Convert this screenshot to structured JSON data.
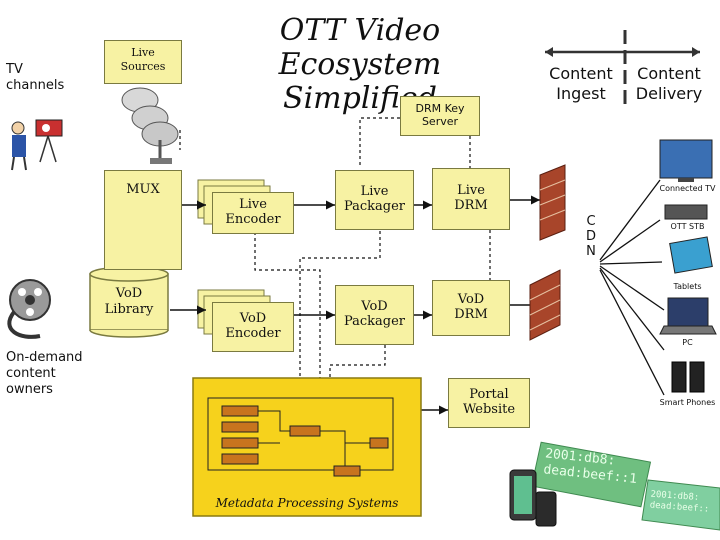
{
  "title": [
    "OTT Video Ecosystem",
    "Simplified"
  ],
  "left_labels": {
    "tv_channels": [
      "TV",
      "channels"
    ],
    "live_sources": [
      "Live",
      "Sources"
    ],
    "on_demand_owners": [
      "On-demand",
      "content",
      "owners"
    ]
  },
  "boxes": {
    "mux": "MUX",
    "vod_library": [
      "VoD",
      "Library"
    ],
    "live_encoder": [
      "Live",
      "Encoder"
    ],
    "vod_encoder": [
      "VoD",
      "Encoder"
    ],
    "live_packager": [
      "Live",
      "Packager"
    ],
    "vod_packager": [
      "VoD",
      "Packager"
    ],
    "drm_key_server": [
      "DRM Key",
      "Server"
    ],
    "live_drm": [
      "Live",
      "DRM"
    ],
    "vod_drm": [
      "VoD",
      "DRM"
    ],
    "portal_website": [
      "Portal",
      "Website"
    ],
    "metadata": "Metadata Processing Systems"
  },
  "ingest_delivery": {
    "ingest": [
      "Content",
      "Ingest"
    ],
    "delivery": [
      "Content",
      "Delivery"
    ]
  },
  "cdn": [
    "C",
    "D",
    "N"
  ],
  "devices": [
    "Connected TV",
    "OTT STB",
    "Tablets",
    "PC",
    "Smart Phones"
  ],
  "ipv6_text": [
    "2001:db8:",
    "dead:beef::1"
  ],
  "ipv6_text_small": [
    "2001:db8:",
    "dead:beef::"
  ],
  "colors": {
    "box_fill": "#f7f2a3",
    "metadata_fill": "#f6d21c",
    "inner_box": "#c8741e",
    "brick": "#a8452a"
  }
}
